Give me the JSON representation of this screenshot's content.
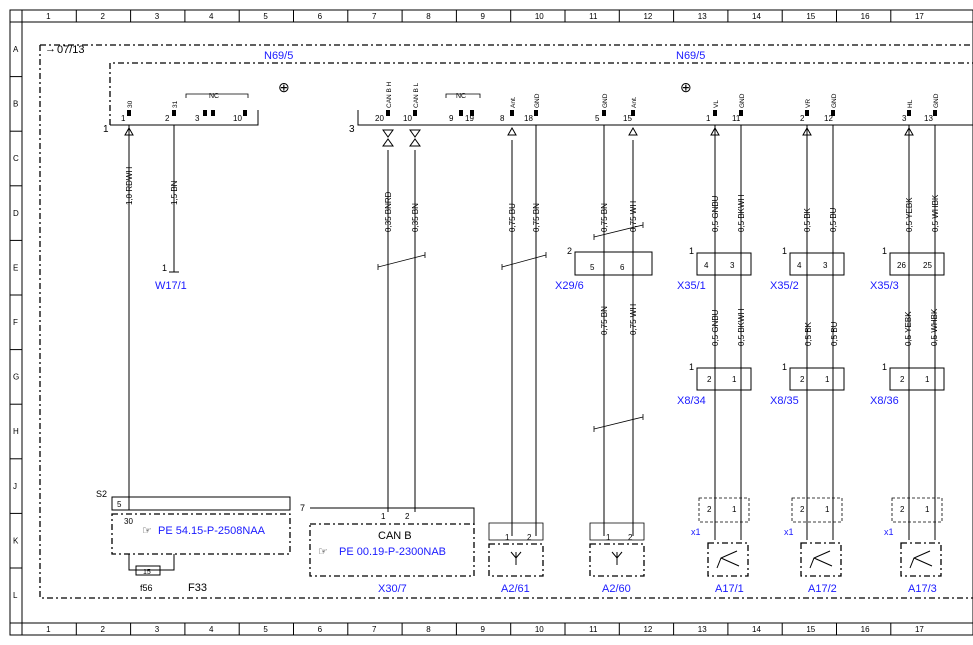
{
  "grid": {
    "columns": [
      "1",
      "2",
      "3",
      "4",
      "5",
      "6",
      "7",
      "8",
      "9",
      "10",
      "11",
      "12",
      "13",
      "14",
      "15",
      "16",
      "17"
    ],
    "rows": [
      "A",
      "B",
      "C",
      "D",
      "E",
      "F",
      "G",
      "H",
      "J",
      "K",
      "L"
    ]
  },
  "ref": "07/13",
  "n69_left": "N69/5",
  "n69_right": "N69/5",
  "connector_nums": {
    "c1": "1",
    "c3": "3"
  },
  "top_pin_labels": [
    "30",
    "31",
    "CAN B H",
    "CAN B L",
    "Ant.",
    "GND",
    "GND",
    "Ant.",
    "VL",
    "GND",
    "VR",
    "GND",
    "HL",
    "GND"
  ],
  "nc_label": "NC",
  "pins": [
    "1",
    "2",
    "3",
    "10",
    "20",
    "10",
    "9",
    "19",
    "8",
    "18",
    "5",
    "15",
    "1",
    "11",
    "2",
    "12",
    "3",
    "13"
  ],
  "wires": [
    "1,0 RDWH",
    "1,5 BN",
    "0,35 BNRD",
    "0,35 BN",
    "0,75 BU",
    "0,75 BN",
    "0,75 BN",
    "0,75 WH",
    "0,5 GNBU",
    "0,5 BKWH",
    "0,5 BK",
    "0,5 BU",
    "0,5 YEBK",
    "0,5 WHBK"
  ],
  "wires_lower": [
    "0,75 BN",
    "0,75 WH",
    "0,5 GNBU",
    "0,5 BKWH",
    "0,5 BK",
    "0,5 BU",
    "0,5 YEBK",
    "0,5 WHBK"
  ],
  "w17": {
    "label": "W17/1",
    "pin": "1"
  },
  "x29": {
    "label": "X29/6",
    "num": "2",
    "pins": [
      "5",
      "6"
    ]
  },
  "x35": [
    {
      "label": "X35/1",
      "num": "1",
      "pins": [
        "4",
        "3"
      ]
    },
    {
      "label": "X35/2",
      "num": "1",
      "pins": [
        "4",
        "3"
      ]
    },
    {
      "label": "X35/3",
      "num": "1",
      "pins": [
        "26",
        "25"
      ]
    }
  ],
  "x8": [
    {
      "label": "X8/34",
      "num": "1",
      "pins": [
        "2",
        "1"
      ]
    },
    {
      "label": "X8/35",
      "num": "1",
      "pins": [
        "2",
        "1"
      ]
    },
    {
      "label": "X8/36",
      "num": "1",
      "pins": [
        "2",
        "1"
      ]
    }
  ],
  "s2": {
    "label": "S2",
    "pin5": "5",
    "pin30": "30",
    "ref": "PE 54.15-P-2508NAA",
    "fuse": "15",
    "f56": "f56",
    "f33": "F33"
  },
  "x30": {
    "label": "X30/7",
    "num": "7",
    "title": "CAN B",
    "ref": "PE 00.19-P-2300NAB",
    "pins": [
      "1",
      "2"
    ]
  },
  "a2_61": {
    "label": "A2/61",
    "pins": [
      "1",
      "2"
    ]
  },
  "a2_60": {
    "label": "A2/60",
    "pins": [
      "1",
      "2"
    ]
  },
  "a17": [
    {
      "label": "A17/1",
      "x1": "x1",
      "pins": [
        "2",
        "1"
      ]
    },
    {
      "label": "A17/2",
      "x1": "x1",
      "pins": [
        "2",
        "1"
      ]
    },
    {
      "label": "A17/3",
      "x1": "x1",
      "pins": [
        "2",
        "1"
      ]
    }
  ]
}
